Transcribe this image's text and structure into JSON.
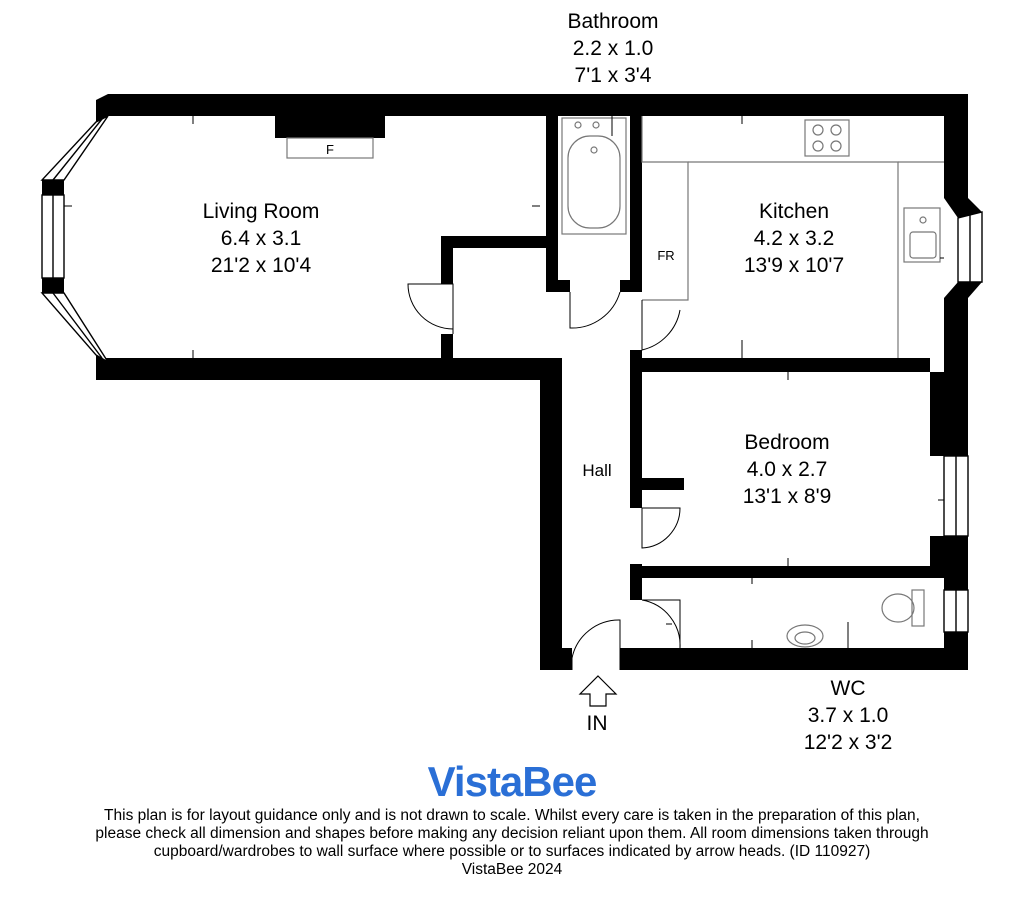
{
  "rooms": {
    "bathroom": {
      "name": "Bathroom",
      "metric": "2.2 x 1.0",
      "imperial": "7'1 x 3'4"
    },
    "living": {
      "name": "Living Room",
      "metric": "6.4 x 3.1",
      "imperial": "21'2 x 10'4"
    },
    "kitchen": {
      "name": "Kitchen",
      "metric": "4.2 x 3.2",
      "imperial": "13'9 x 10'7"
    },
    "bedroom": {
      "name": "Bedroom",
      "metric": "4.0 x 2.7",
      "imperial": "13'1 x 8'9"
    },
    "hall": {
      "name": "Hall"
    },
    "wc": {
      "name": "WC",
      "metric": "3.7 x 1.0",
      "imperial": "12'2 x 3'2"
    }
  },
  "fixtures": {
    "fireplace": "F",
    "fridge": "FR"
  },
  "entrance": "IN",
  "brand": "VistaBee",
  "disclaimer": [
    "This plan is for layout guidance only and is not drawn to scale. Whilst every care is taken in the preparation of this plan,",
    "please check all dimension and shapes before making any decision reliant upon them. All room dimensions taken through",
    "cupboard/wardrobes to wall surface where possible or to surfaces indicated by arrow heads. (ID 110927)",
    "VistaBee 2024"
  ],
  "colors": {
    "wall": "#000000",
    "brand": "#2a6fd6",
    "fixture_stroke": "#888888"
  }
}
